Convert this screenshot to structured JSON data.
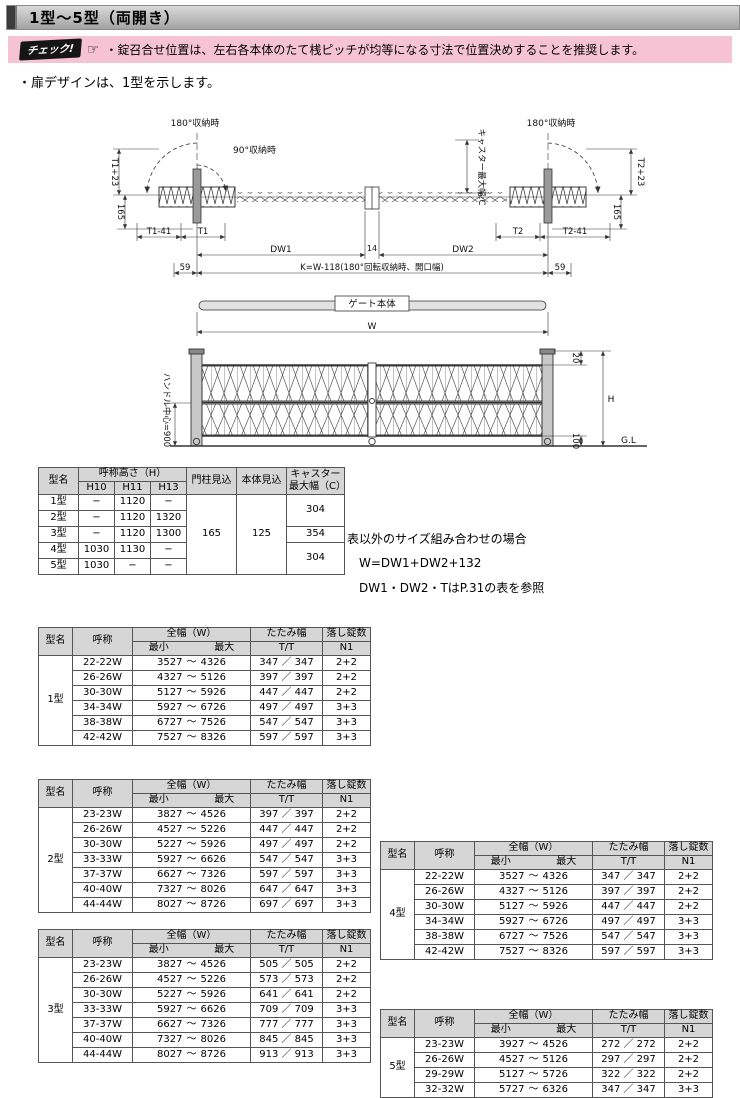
{
  "page": {
    "title": "1型〜5型（両開き）",
    "check": {
      "badge": "チェック!",
      "hand": "☞",
      "text": "・錠召合せ位置は、左右各本体のたて桟ピッチが均等になる寸法で位置決めすることを推奨します。"
    },
    "design_note": "・扉デザインは、1型を示します。"
  },
  "diagram": {
    "plan": {
      "left_180": "180°収納時",
      "left_90": "90°収納時",
      "right_180": "180°収納時",
      "caster_width": "キャスター最大幅:C",
      "t1_plus_23": "T1+23",
      "t2_plus_23": "T2+23",
      "dim_165_left": "165",
      "dim_165_right": "165",
      "t1_minus_41": "T1-41",
      "t1": "T1",
      "t2": "T2",
      "t2_minus_41": "T2-41",
      "dw1": "DW1",
      "dim_14": "14",
      "dw2": "DW2",
      "dim_59_left": "59",
      "k_formula": "K=W-118(180°回転収納時、開口幅)",
      "dim_59_right": "59",
      "gate_body": "ゲート本体",
      "w": "W"
    },
    "elevation": {
      "handle_center": "ハンドル中心=900",
      "dim_20": "20",
      "h": "H",
      "dim_100": "100",
      "gl": "G.L"
    }
  },
  "spec_table": {
    "headers": {
      "model": "型名",
      "height": "呼称高さ（H）",
      "h10": "H10",
      "h11": "H11",
      "h13": "H13",
      "pillar_depth": "門柱見込",
      "body_depth": "本体見込",
      "caster": "キャスター最大幅（C）"
    },
    "rows": [
      {
        "model": "1型",
        "h10": "−",
        "h11": "1120",
        "h13": "−"
      },
      {
        "model": "2型",
        "h10": "−",
        "h11": "1120",
        "h13": "1320"
      },
      {
        "model": "3型",
        "h10": "−",
        "h11": "1120",
        "h13": "1300"
      },
      {
        "model": "4型",
        "h10": "1030",
        "h11": "1130",
        "h13": "−"
      },
      {
        "model": "5型",
        "h10": "1030",
        "h11": "−",
        "h13": "−"
      }
    ],
    "pillar_depth": "165",
    "body_depth": "125",
    "caster_type12": "304",
    "caster_type3": "354",
    "caster_type45": "304"
  },
  "size_note": {
    "line1": "表以外のサイズ組み合わせの場合",
    "line2": "W=DW1+DW2+132",
    "line3": "DW1・DW2・TはP.31の表を参照"
  },
  "size_headers": {
    "model": "型名",
    "name": "呼称",
    "width": "全幅（W）",
    "min": "最小",
    "tilde": "〜",
    "max": "最大",
    "fold": "たたみ幅",
    "fold_sub": "T/T",
    "locks": "落し錠数",
    "locks_sub": "N1"
  },
  "size_tables": [
    {
      "model": "1型",
      "rows": [
        {
          "name": "22-22W",
          "min": "3527",
          "max": "4326",
          "fold": "347 ／ 347",
          "locks": "2+2"
        },
        {
          "name": "26-26W",
          "min": "4327",
          "max": "5126",
          "fold": "397 ／ 397",
          "locks": "2+2"
        },
        {
          "name": "30-30W",
          "min": "5127",
          "max": "5926",
          "fold": "447 ／ 447",
          "locks": "2+2"
        },
        {
          "name": "34-34W",
          "min": "5927",
          "max": "6726",
          "fold": "497 ／ 497",
          "locks": "3+3"
        },
        {
          "name": "38-38W",
          "min": "6727",
          "max": "7526",
          "fold": "547 ／ 547",
          "locks": "3+3"
        },
        {
          "name": "42-42W",
          "min": "7527",
          "max": "8326",
          "fold": "597 ／ 597",
          "locks": "3+3"
        }
      ]
    },
    {
      "model": "2型",
      "rows": [
        {
          "name": "23-23W",
          "min": "3827",
          "max": "4526",
          "fold": "397 ／ 397",
          "locks": "2+2"
        },
        {
          "name": "26-26W",
          "min": "4527",
          "max": "5226",
          "fold": "447 ／ 447",
          "locks": "2+2"
        },
        {
          "name": "30-30W",
          "min": "5227",
          "max": "5926",
          "fold": "497 ／ 497",
          "locks": "2+2"
        },
        {
          "name": "33-33W",
          "min": "5927",
          "max": "6626",
          "fold": "547 ／ 547",
          "locks": "3+3"
        },
        {
          "name": "37-37W",
          "min": "6627",
          "max": "7326",
          "fold": "597 ／ 597",
          "locks": "3+3"
        },
        {
          "name": "40-40W",
          "min": "7327",
          "max": "8026",
          "fold": "647 ／ 647",
          "locks": "3+3"
        },
        {
          "name": "44-44W",
          "min": "8027",
          "max": "8726",
          "fold": "697 ／ 697",
          "locks": "3+3"
        }
      ]
    },
    {
      "model": "3型",
      "rows": [
        {
          "name": "23-23W",
          "min": "3827",
          "max": "4526",
          "fold": "505 ／ 505",
          "locks": "2+2"
        },
        {
          "name": "26-26W",
          "min": "4527",
          "max": "5226",
          "fold": "573 ／ 573",
          "locks": "2+2"
        },
        {
          "name": "30-30W",
          "min": "5227",
          "max": "5926",
          "fold": "641 ／ 641",
          "locks": "2+2"
        },
        {
          "name": "33-33W",
          "min": "5927",
          "max": "6626",
          "fold": "709 ／ 709",
          "locks": "3+3"
        },
        {
          "name": "37-37W",
          "min": "6627",
          "max": "7326",
          "fold": "777 ／ 777",
          "locks": "3+3"
        },
        {
          "name": "40-40W",
          "min": "7327",
          "max": "8026",
          "fold": "845 ／ 845",
          "locks": "3+3"
        },
        {
          "name": "44-44W",
          "min": "8027",
          "max": "8726",
          "fold": "913 ／ 913",
          "locks": "3+3"
        }
      ]
    },
    {
      "model": "4型",
      "rows": [
        {
          "name": "22-22W",
          "min": "3527",
          "max": "4326",
          "fold": "347 ／ 347",
          "locks": "2+2"
        },
        {
          "name": "26-26W",
          "min": "4327",
          "max": "5126",
          "fold": "397 ／ 397",
          "locks": "2+2"
        },
        {
          "name": "30-30W",
          "min": "5127",
          "max": "5926",
          "fold": "447 ／ 447",
          "locks": "2+2"
        },
        {
          "name": "34-34W",
          "min": "5927",
          "max": "6726",
          "fold": "497 ／ 497",
          "locks": "3+3"
        },
        {
          "name": "38-38W",
          "min": "6727",
          "max": "7526",
          "fold": "547 ／ 547",
          "locks": "3+3"
        },
        {
          "name": "42-42W",
          "min": "7527",
          "max": "8326",
          "fold": "597 ／ 597",
          "locks": "3+3"
        }
      ]
    },
    {
      "model": "5型",
      "rows": [
        {
          "name": "23-23W",
          "min": "3927",
          "max": "4526",
          "fold": "272 ／ 272",
          "locks": "2+2"
        },
        {
          "name": "26-26W",
          "min": "4527",
          "max": "5126",
          "fold": "297 ／ 297",
          "locks": "2+2"
        },
        {
          "name": "29-29W",
          "min": "5127",
          "max": "5726",
          "fold": "322 ／ 322",
          "locks": "2+2"
        },
        {
          "name": "32-32W",
          "min": "5727",
          "max": "6326",
          "fold": "347 ／ 347",
          "locks": "3+3"
        }
      ]
    }
  ]
}
